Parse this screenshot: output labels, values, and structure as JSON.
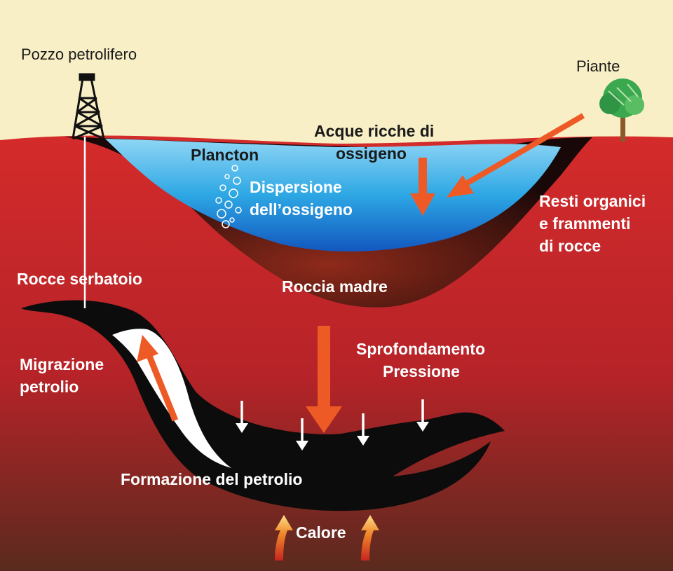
{
  "labels": {
    "oil_well": "Pozzo petrolifero",
    "plants": "Piante",
    "oxygen_rich_water_line1": "Acque ricche di",
    "oxygen_rich_water_line2": "ossigeno",
    "plankton": "Plancton",
    "oxygen_dispersion_line1": "Dispersione",
    "oxygen_dispersion_line2": "dell’ossigeno",
    "organic_remains_line1": "Resti organici",
    "organic_remains_line2": "e frammenti",
    "organic_remains_line3": "di rocce",
    "reservoir_rocks": "Rocce serbatoio",
    "source_rock": "Roccia madre",
    "subsidence_line1": "Sprofondamento",
    "subsidence_line2": "Pressione",
    "oil_migration_line1": "Migrazione",
    "oil_migration_line2": "petrolio",
    "oil_formation": "Formazione del petrolio",
    "heat": "Calore"
  },
  "colors": {
    "sky": "#f8efc6",
    "ground_top": "#d42b2b",
    "ground_bottom": "#5a2a1e",
    "water_top": "#7ccbef",
    "water_bottom": "#1570c4",
    "oil": "#0c0c0c",
    "arrow": "#ee5a25",
    "tree": "#3aa84e"
  },
  "icons": {
    "derrick": "oil-derrick-icon",
    "tree": "tree-icon",
    "bubbles": "bubbles-icon"
  }
}
